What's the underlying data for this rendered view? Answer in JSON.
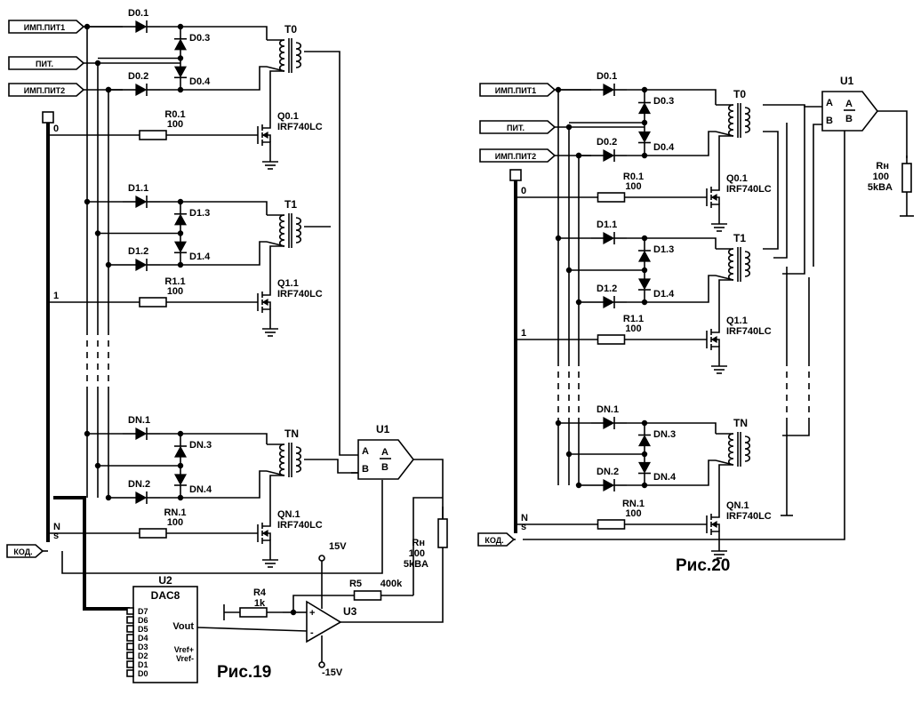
{
  "figures": [
    {
      "caption": "Рис.19",
      "ports": {
        "imp1": "ИМП.ПИТ1",
        "pit": "ПИТ.",
        "imp2": "ИМП.ПИТ2",
        "kod": "КОД."
      },
      "stages": [
        {
          "d1": "D0.1",
          "d2": "D0.2",
          "d3": "D0.3",
          "d4": "D0.4",
          "t": "T0",
          "r": "R0.1",
          "rv": "100",
          "q": "Q0.1",
          "qt": "IRF740LC",
          "bus": "0"
        },
        {
          "d1": "D1.1",
          "d2": "D1.2",
          "d3": "D1.3",
          "d4": "D1.4",
          "t": "T1",
          "r": "R1.1",
          "rv": "100",
          "q": "Q1.1",
          "qt": "IRF740LC",
          "bus": "1"
        },
        {
          "d1": "DN.1",
          "d2": "DN.2",
          "d3": "DN.3",
          "d4": "DN.4",
          "t": "TN",
          "r": "RN.1",
          "rv": "100",
          "q": "QN.1",
          "qt": "IRF740LC",
          "bus": "N"
        }
      ],
      "bus_s": "s",
      "u1": {
        "name": "U1",
        "a": "A",
        "b": "B",
        "expr_num": "A",
        "expr_den": "B"
      },
      "rh": {
        "name": "Rн",
        "value": "100",
        "power": "5kBA"
      },
      "u2": {
        "name": "U2",
        "type": "DAC8",
        "pins": [
          "D7",
          "D6",
          "D5",
          "D4",
          "D3",
          "D2",
          "D1",
          "D0"
        ],
        "vout": "Vout",
        "vrefp": "Vref+",
        "vrefm": "Vref-"
      },
      "r4": {
        "name": "R4",
        "value": "1k"
      },
      "r5": {
        "name": "R5",
        "value": "400k"
      },
      "u3": {
        "name": "U3",
        "plus": "+",
        "minus": "-",
        "vpos": "15V",
        "vneg": "-15V"
      }
    },
    {
      "caption": "Рис.20",
      "ports": {
        "imp1": "ИМП.ПИТ1",
        "pit": "ПИТ.",
        "imp2": "ИМП.ПИТ2",
        "kod": "КОД."
      },
      "stages": [
        {
          "d1": "D0.1",
          "d2": "D0.2",
          "d3": "D0.3",
          "d4": "D0.4",
          "t": "T0",
          "r": "R0.1",
          "rv": "100",
          "q": "Q0.1",
          "qt": "IRF740LC",
          "bus": "0"
        },
        {
          "d1": "D1.1",
          "d2": "D1.2",
          "d3": "D1.3",
          "d4": "D1.4",
          "t": "T1",
          "r": "R1.1",
          "rv": "100",
          "q": "Q1.1",
          "qt": "IRF740LC",
          "bus": "1"
        },
        {
          "d1": "DN.1",
          "d2": "DN.2",
          "d3": "DN.3",
          "d4": "DN.4",
          "t": "TN",
          "r": "RN.1",
          "rv": "100",
          "q": "QN.1",
          "qt": "IRF740LC",
          "bus": "N"
        }
      ],
      "bus_s": "s",
      "u1": {
        "name": "U1",
        "a": "A",
        "b": "B",
        "expr_num": "A",
        "expr_den": "B"
      },
      "rh": {
        "name": "Rн",
        "value": "100",
        "power": "5kBA"
      }
    }
  ]
}
